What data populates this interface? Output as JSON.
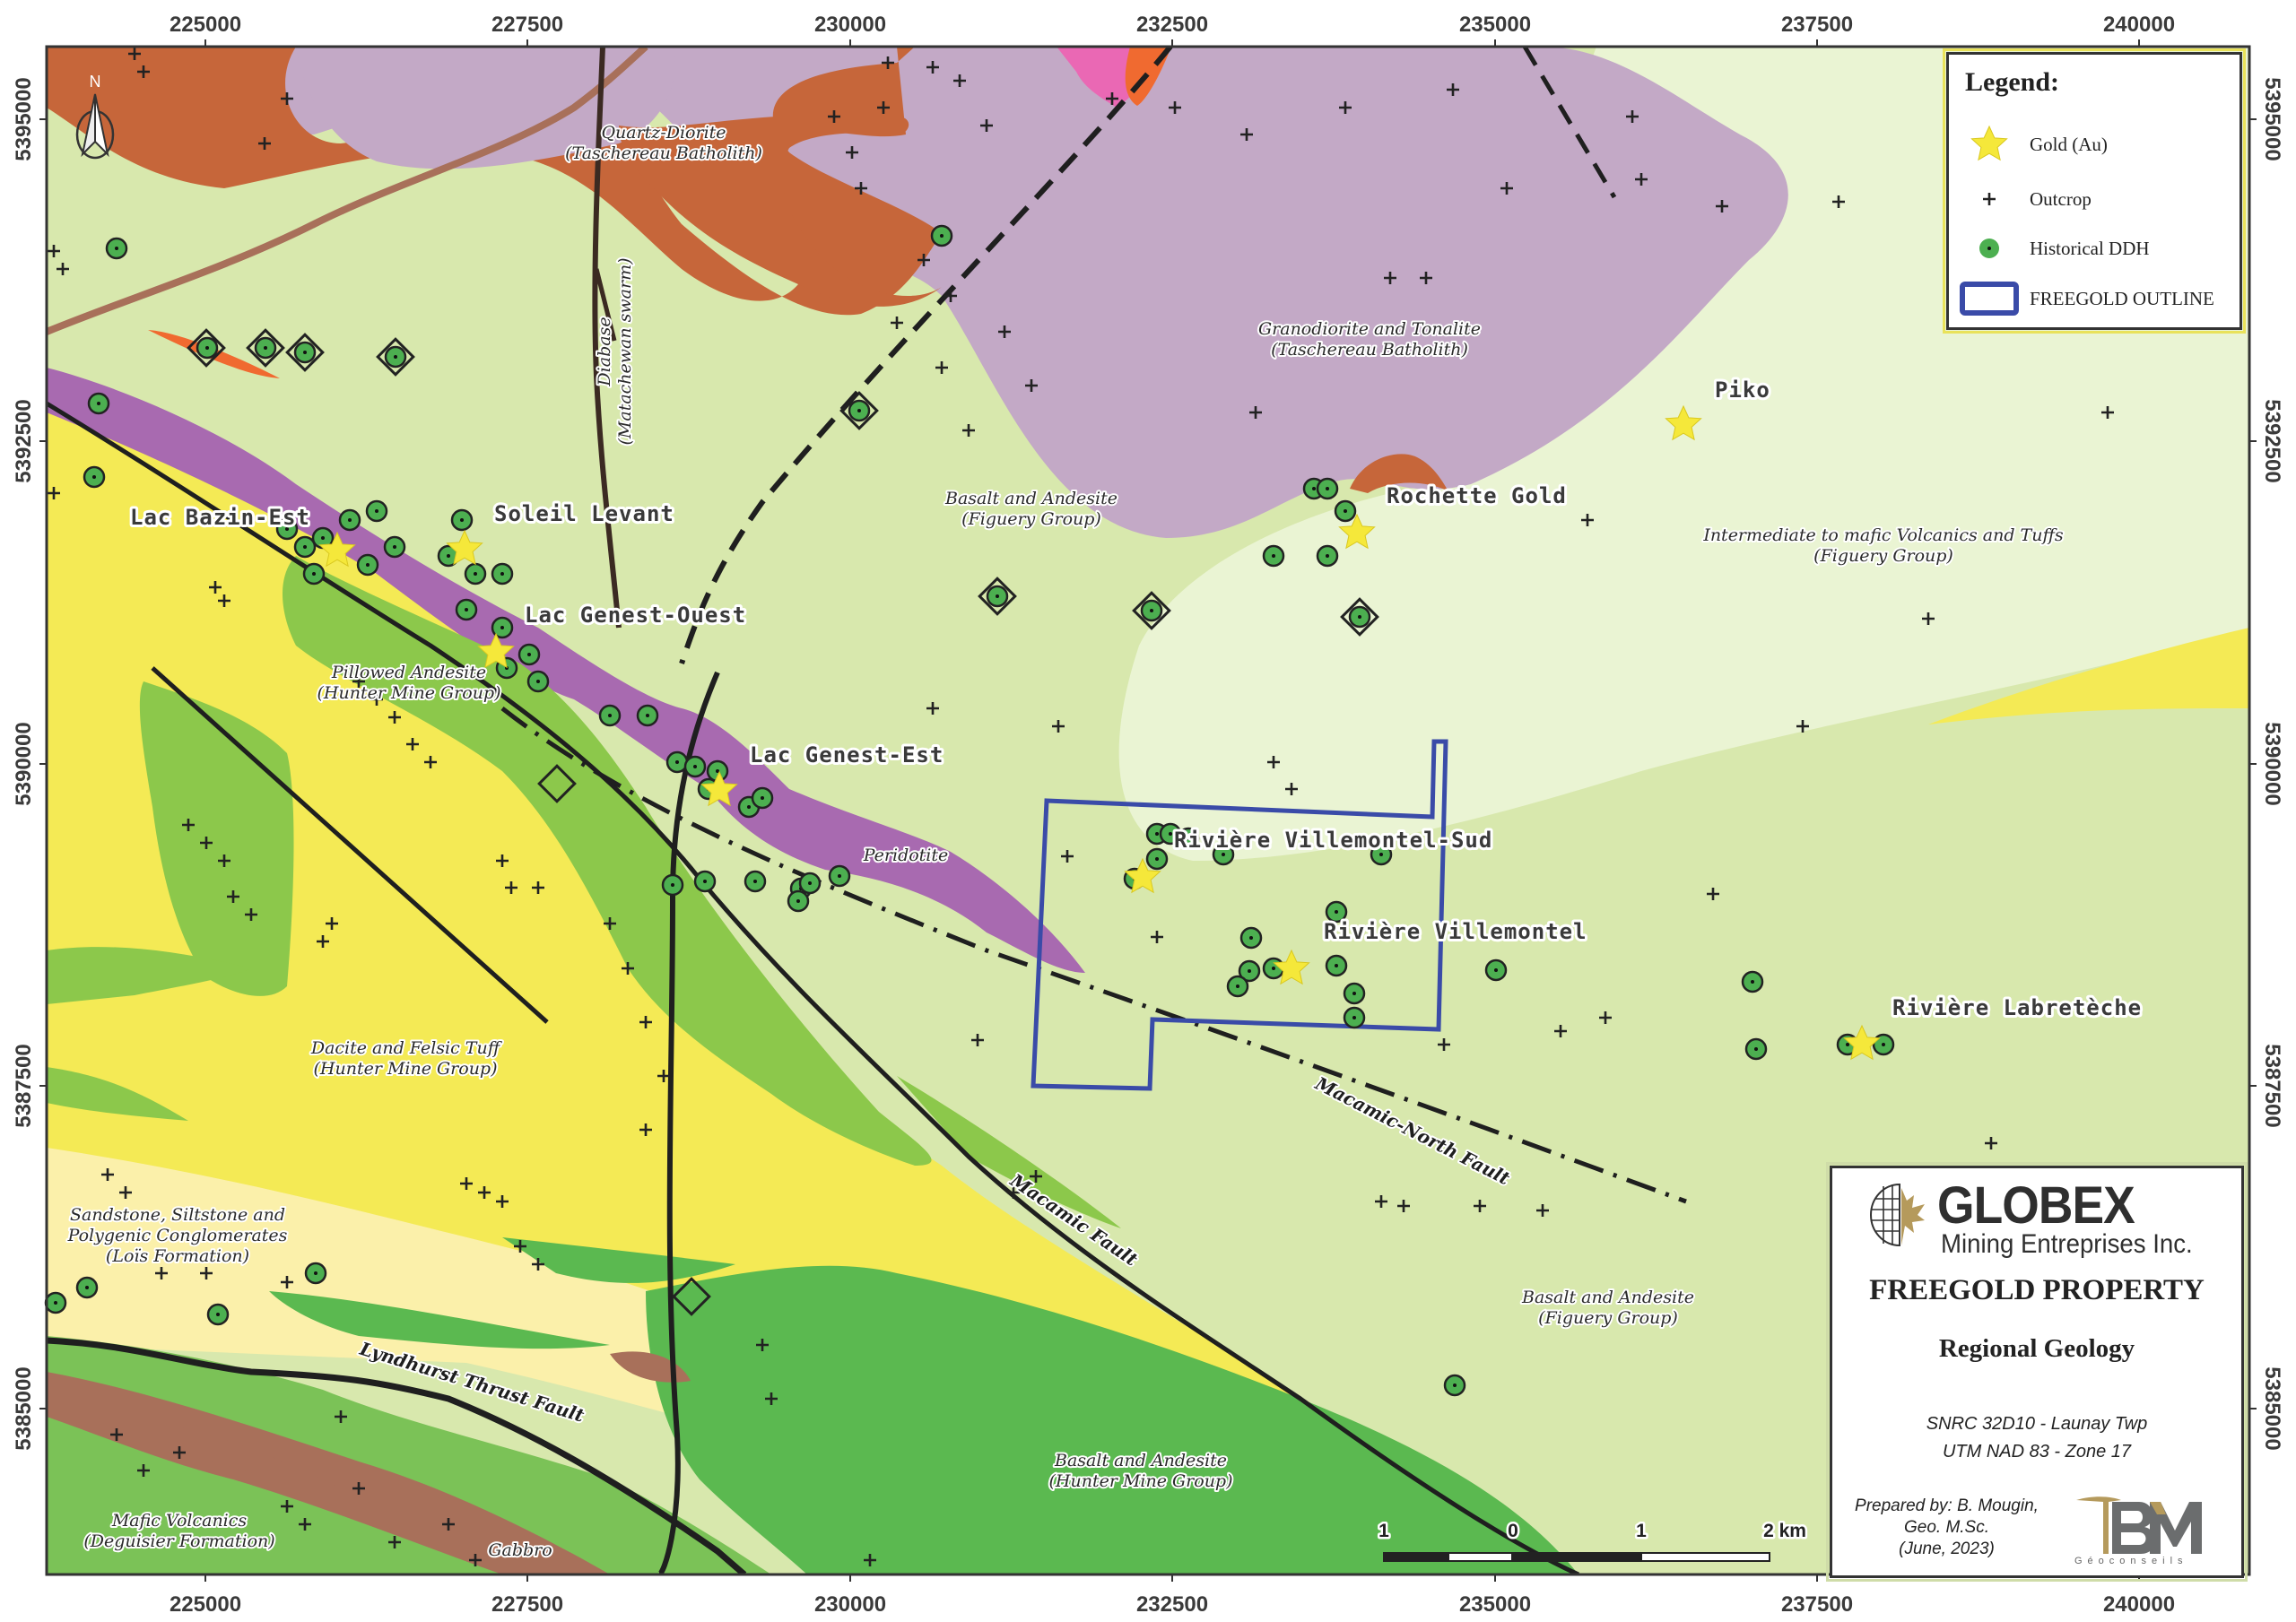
{
  "map": {
    "title": "FREEGOLD PROPERTY",
    "subtitle": "Regional Geology",
    "company": {
      "name": "GLOBEX",
      "tagline": "Mining Entreprises Inc."
    },
    "reference": {
      "line1": "SNRC 32D10 - Launay Twp",
      "line2": "UTM NAD 83 - Zone 17"
    },
    "prepared_by": {
      "line1": "Prepared by: B. Mougin,",
      "line2": "Geo. M.Sc.",
      "line3": "(June, 2023)"
    },
    "consultant_logo": {
      "mark": "BM",
      "sub": "Géoconseils"
    },
    "north_arrow": "N"
  },
  "axes": {
    "x_ticks": [
      "225000",
      "227500",
      "230000",
      "232500",
      "235000",
      "237500",
      "240000"
    ],
    "y_ticks": [
      "5395000",
      "5392500",
      "5390000",
      "5387500",
      "5385000"
    ]
  },
  "legend": {
    "title": "Legend:",
    "items": [
      {
        "symbol": "gold-star",
        "label": "Gold (Au)",
        "color": "#f5e83a"
      },
      {
        "symbol": "outcrop-cross",
        "label": "Outcrop",
        "color": "#222222"
      },
      {
        "symbol": "ddh-circle",
        "label": "Historical DDH",
        "color": "#4caf50"
      },
      {
        "symbol": "outline-rect",
        "label": "FREEGOLD OUTLINE",
        "color": "#3a4ba8"
      }
    ]
  },
  "scale_bar": {
    "labels": [
      "1",
      "0",
      "1",
      "2 km"
    ]
  },
  "prospects": [
    {
      "name": "Lac Bazin-Est"
    },
    {
      "name": "Soleil Levant"
    },
    {
      "name": "Lac Genest-Ouest"
    },
    {
      "name": "Lac Genest-Est"
    },
    {
      "name": "Rochette Gold"
    },
    {
      "name": "Piko"
    },
    {
      "name": "Rivière Villemontel-Sud"
    },
    {
      "name": "Rivière Villemontel"
    },
    {
      "name": "Rivière Labretèche"
    }
  ],
  "units": [
    {
      "line1": "Quartz-Diorite",
      "line2": "(Taschereau Batholith)"
    },
    {
      "line1": "Granodiorite and Tonalite",
      "line2": "(Taschereau Batholith)"
    },
    {
      "line1": "Basalt and Andesite",
      "line2": "(Figuery Group)"
    },
    {
      "line1": "Intermediate to mafic Volcanics and Tuffs",
      "line2": "(Figuery Group)"
    },
    {
      "line1": "Pillowed Andesite",
      "line2": "(Hunter Mine Group)"
    },
    {
      "line1": "Dacite and Felsic Tuff",
      "line2": "(Hunter Mine Group)"
    },
    {
      "line1": "Sandstone, Siltstone and",
      "line2": "Polygenic Conglomerates",
      "line3": "(Loïs Formation)"
    },
    {
      "line1": "Mafic Volcanics",
      "line2": "(Deguisier Formation)"
    },
    {
      "line1": "Basalt and Andesite",
      "line2": "(Hunter Mine Group)"
    },
    {
      "line1": "Basalt and Andesite",
      "line2": "(Figuery Group)"
    },
    {
      "line1": "Peridotite"
    },
    {
      "line1": "Gabbro"
    },
    {
      "line1": "Diabase",
      "line2": "(Matachewan swarm)"
    }
  ],
  "faults": [
    {
      "name": "Macamic Fault"
    },
    {
      "name": "Macamic-North Fault"
    },
    {
      "name": "Lyndhurst Thrust Fault"
    }
  ],
  "colors": {
    "basalt_figuery": "#d8e8ad",
    "intermediate_figuery": "#eaf4d3",
    "granodiorite": "#c3a9c6",
    "quartz_diorite": "#c6663a",
    "peridotite": "#a86ab0",
    "pillowed_andesite": "#8cc84b",
    "dacite_tuff": "#f4ea55",
    "sandstone": "#fbf0aa",
    "mafic_volcanics": "#7bc257",
    "basalt_hunter": "#5bb950",
    "gabbro": "#a8705a",
    "pink_intrusive": "#ea68b4",
    "orange_intrusive": "#f06a30",
    "diabase_dyke": "#3b2a22",
    "outline_blue": "#3a4ba8",
    "gold_star": "#f5e83a",
    "ddh_green": "#4caf50"
  }
}
